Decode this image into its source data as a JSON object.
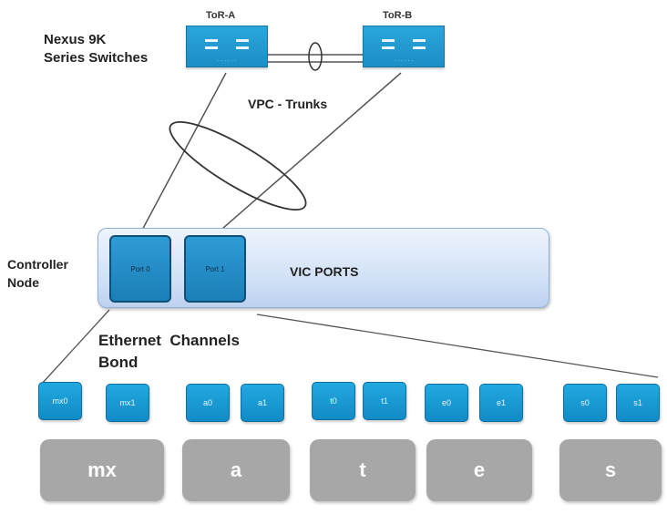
{
  "labels": {
    "nexus_line1": "Nexus 9K",
    "nexus_line2": "Series Switches",
    "tor_a": "ToR-A",
    "tor_b": "ToR-B",
    "vpc": "VPC - Trunks",
    "controller_line1": "Controller",
    "controller_line2": "Node",
    "vic_ports": "VIC PORTS",
    "ethernet_channels": "Ethernet  Channels",
    "bond": "Bond"
  },
  "ports": [
    "Port 0",
    "Port 1"
  ],
  "nics": [
    "mx0",
    "mx1",
    "a0",
    "a1",
    "t0",
    "t1",
    "e0",
    "e1",
    "s0",
    "s1"
  ],
  "bonds": [
    "mx",
    "a",
    "t",
    "e",
    "s"
  ],
  "colors": {
    "switch": "#1b8ec6",
    "nic": "#22a8e0",
    "port": "#1b7fb8",
    "vic_box": "#cfdff6",
    "bond": "#a7a7a7"
  }
}
